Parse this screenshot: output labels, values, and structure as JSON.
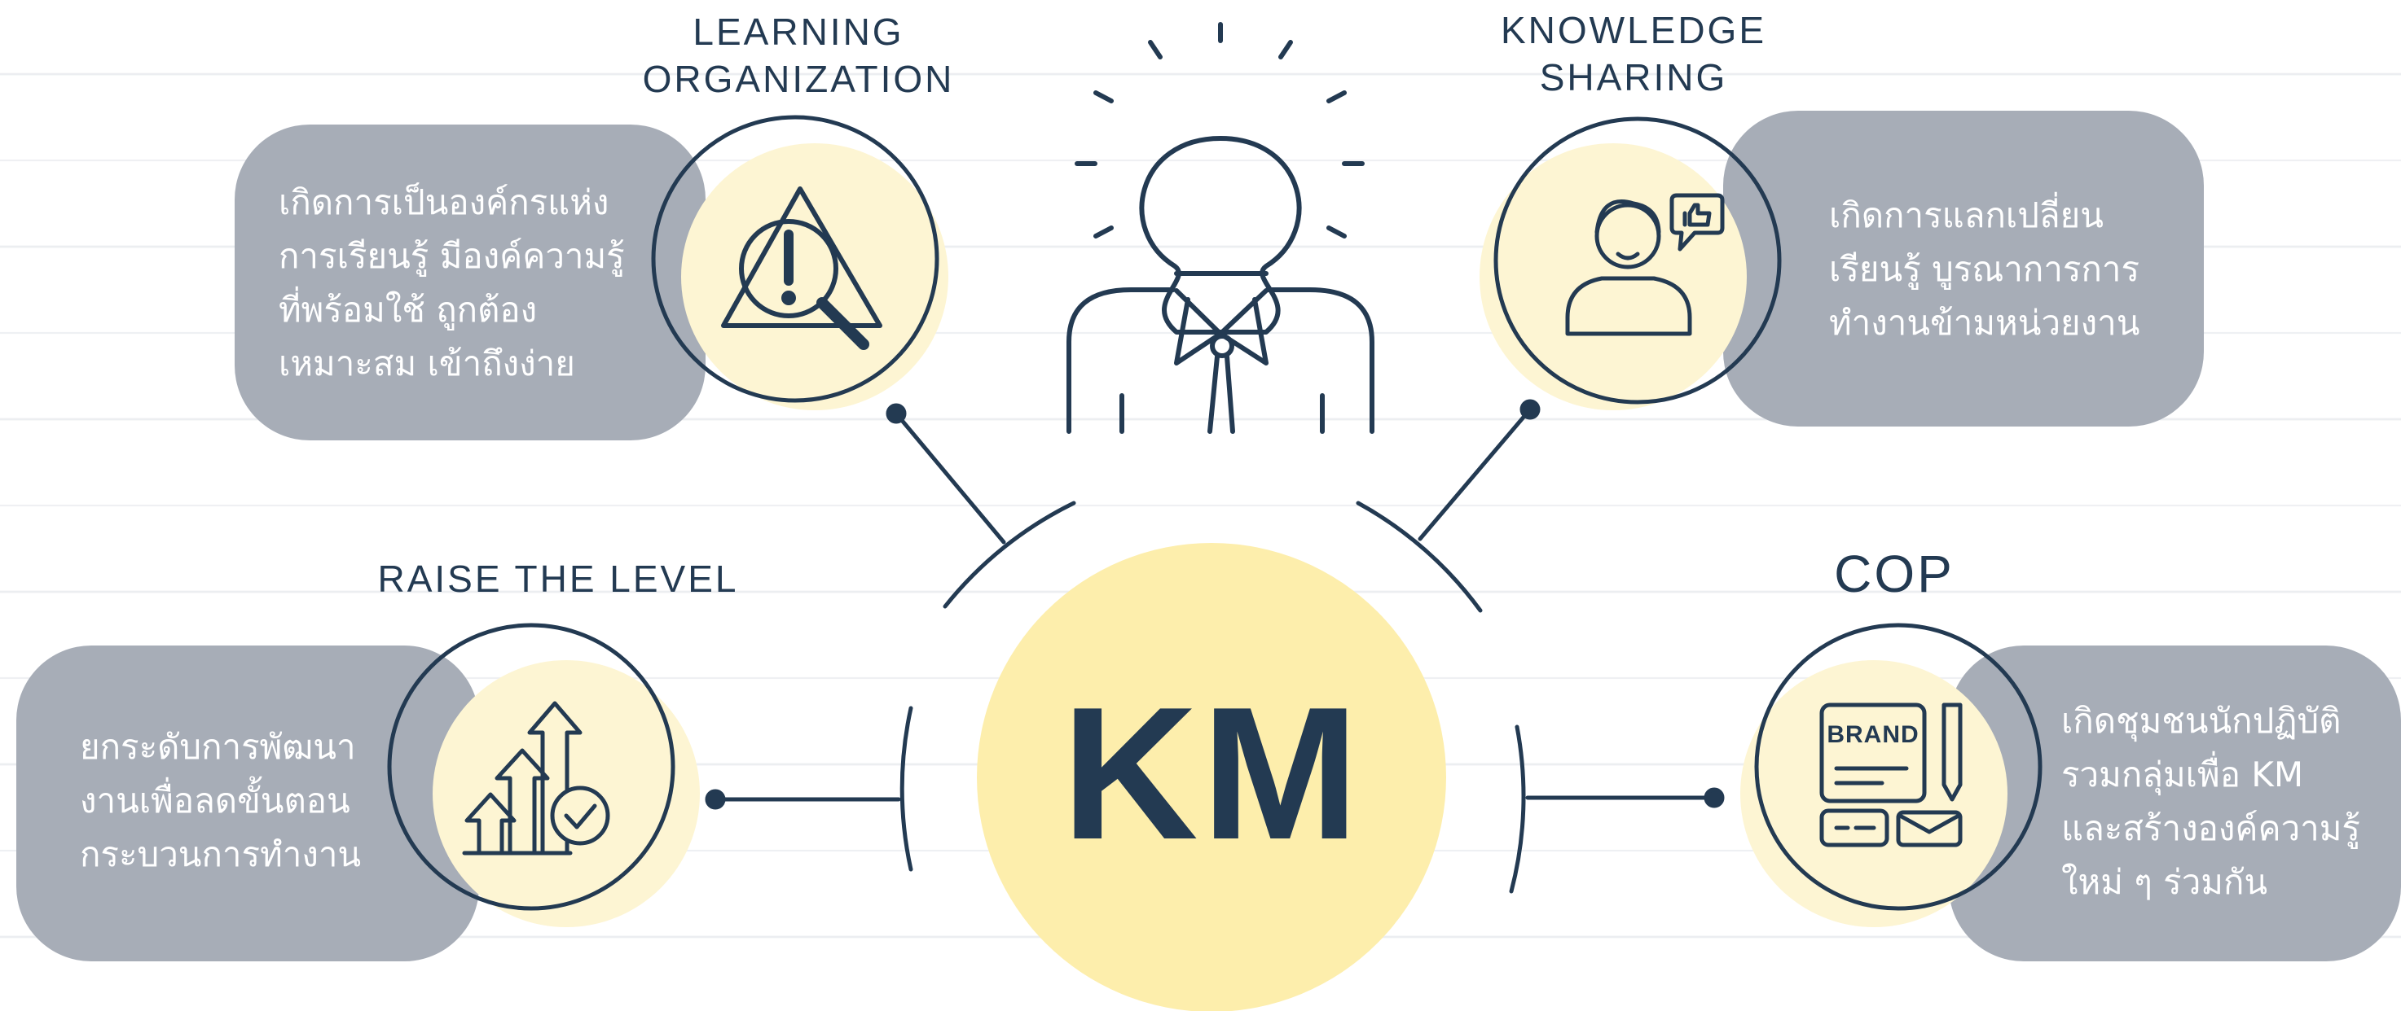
{
  "center": {
    "label": "KM",
    "fill_color": "#fdeeac"
  },
  "colors": {
    "navy": "#233a52",
    "box_gray": "#a7adb7",
    "circle_yellow": "#fdf5d3"
  },
  "nodes": {
    "learning": {
      "title_line1": "LEARNING",
      "title_line2": "ORGANIZATION",
      "icon": "warning-magnifier-icon",
      "lines": [
        "เกิดการเป็นองค์กรแห่ง",
        "การเรียนรู้ มีองค์ความรู้",
        "ที่พร้อมใช้ ถูกต้อง",
        "เหมาะสม เข้าถึงง่าย"
      ]
    },
    "sharing": {
      "title_line1": "KNOWLEDGE",
      "title_line2": "SHARING",
      "icon": "user-thumbs-up-icon",
      "lines": [
        "เกิดการแลกเปลี่ยน",
        "เรียนรู้ บูรณาการการ",
        "ทำงานข้ามหน่วยงาน"
      ]
    },
    "raise": {
      "title_line1": "RAISE THE LEVEL",
      "icon": "growth-arrows-icon",
      "lines": [
        "ยกระดับการพัฒนา",
        "งานเพื่อลดขั้นตอน",
        "กระบวนการทำงาน"
      ]
    },
    "cop": {
      "title_line1": "COP",
      "icon": "brand-document-icon",
      "brand_label": "BRAND",
      "lines": [
        "เกิดชุมชนนักปฏิบัติ",
        "รวมกลุ่มเพื่อ KM",
        "และสร้างองค์ความรู้",
        "ใหม่ ๆ ร่วมกัน"
      ]
    }
  }
}
